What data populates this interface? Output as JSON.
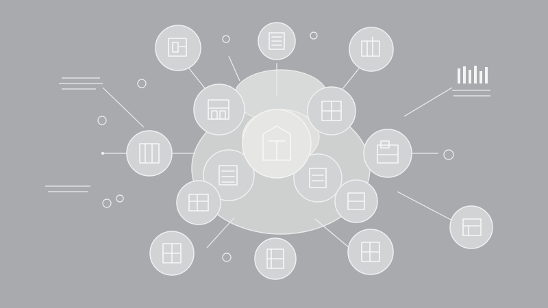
{
  "diagram": {
    "hub": {
      "icon": "building-icon"
    },
    "nodes": [
      {
        "id": "n1",
        "icon": "chart-icon"
      },
      {
        "id": "n2",
        "icon": "document-icon"
      },
      {
        "id": "n3",
        "icon": "box-icon"
      },
      {
        "id": "n4",
        "icon": "building-icon"
      },
      {
        "id": "n5",
        "icon": "building-icon"
      },
      {
        "id": "n6",
        "icon": "building-icon"
      },
      {
        "id": "n7",
        "icon": "building-icon"
      },
      {
        "id": "n8",
        "icon": "document-icon"
      },
      {
        "id": "n9",
        "icon": "document-icon"
      },
      {
        "id": "n10",
        "icon": "chart-icon"
      },
      {
        "id": "n11",
        "icon": "box-icon"
      },
      {
        "id": "n12",
        "icon": "box-icon"
      },
      {
        "id": "n13",
        "icon": "building-icon"
      },
      {
        "id": "n14",
        "icon": "building-icon"
      },
      {
        "id": "n15",
        "icon": "chart-icon"
      }
    ],
    "colors": {
      "background": "#a9aaad",
      "node_fill": "#d2d3d5",
      "hub_fill": "#e6e6e4",
      "line": "#eceef0",
      "icon": "#f7f7f7"
    }
  }
}
